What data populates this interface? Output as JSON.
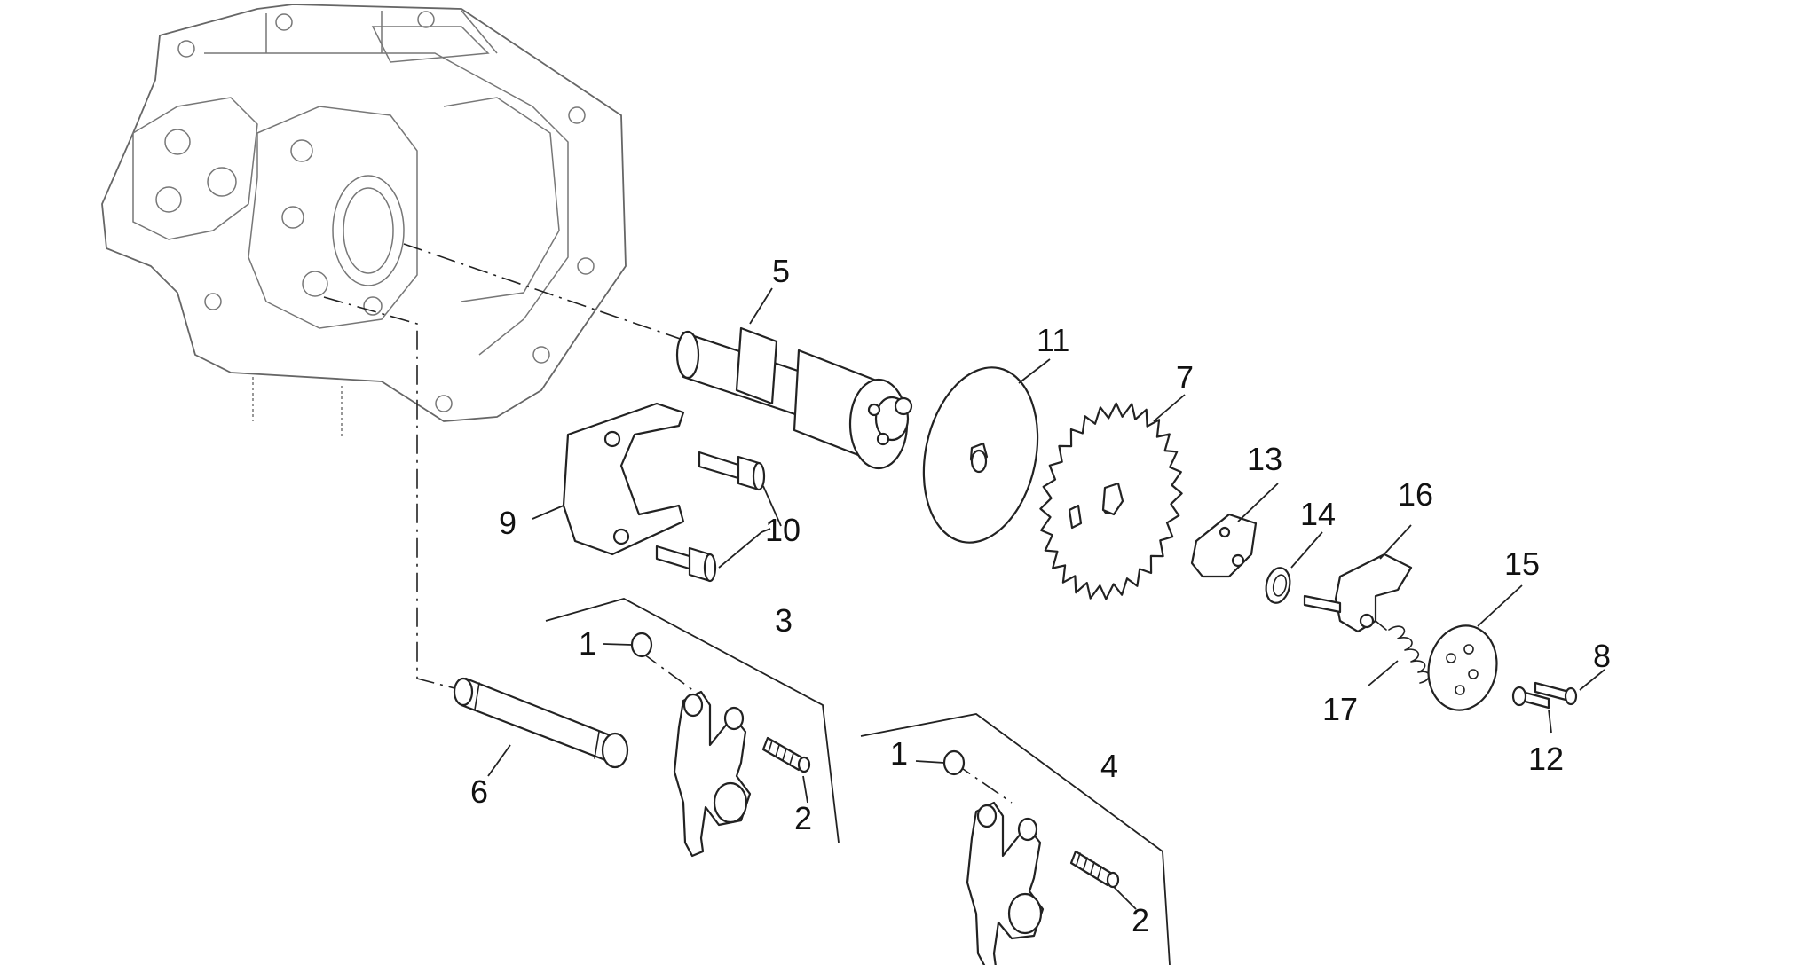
{
  "callouts": {
    "c1a": "1",
    "c1b": "1",
    "c2a": "2",
    "c2b": "2",
    "c3": "3",
    "c4": "4",
    "c5": "5",
    "c6": "6",
    "c7": "7",
    "c8": "8",
    "c9": "9",
    "c10": "10",
    "c11": "11",
    "c12": "12",
    "c13": "13",
    "c14": "14",
    "c15": "15",
    "c16": "16",
    "c17": "17"
  },
  "colors": {
    "line": "#222222",
    "head_line": "#666666",
    "background": "#ffffff"
  }
}
